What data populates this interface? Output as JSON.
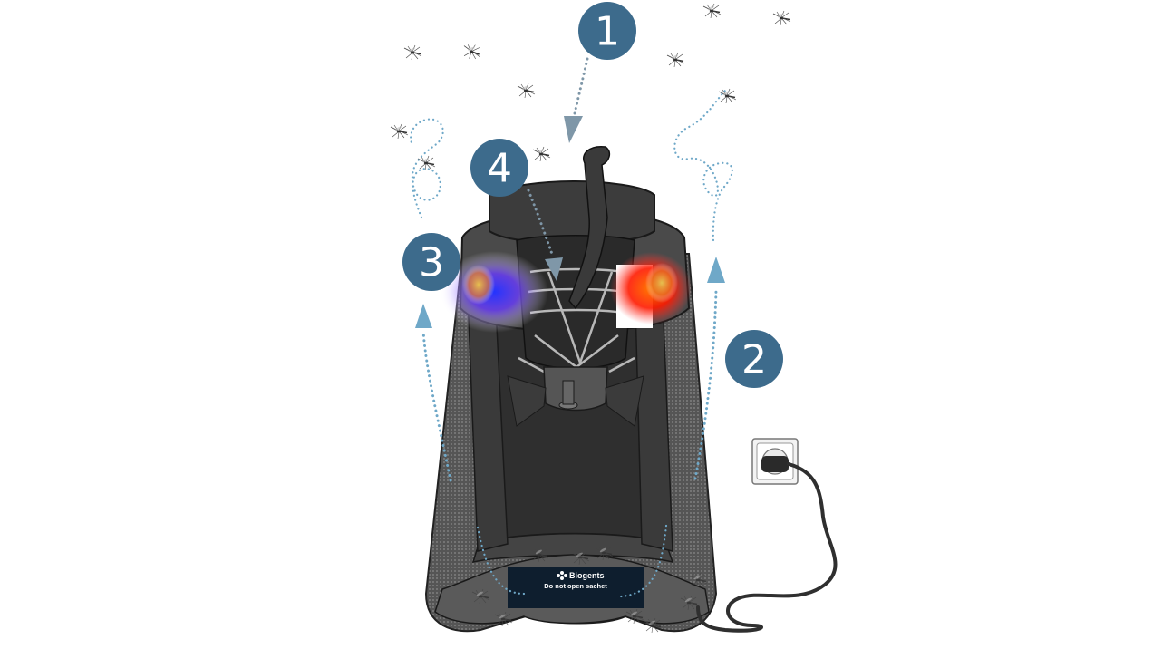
{
  "steps": [
    {
      "number": "1",
      "color": "#3d6b8c"
    },
    {
      "number": "2",
      "color": "#3d6b8c"
    },
    {
      "number": "3",
      "color": "#3d6b8c"
    },
    {
      "number": "4",
      "color": "#3d6b8c"
    }
  ],
  "sachet": {
    "brand": "Biogents",
    "warning": "Do not open sachet"
  },
  "icons": [
    "mosquito-icon",
    "wall-socket-icon",
    "power-plug-icon",
    "blue-light-icon",
    "red-light-icon",
    "biogents-logo-icon"
  ],
  "colors": {
    "badge": "#3d6b8c",
    "flow_dots": "#6fa8c8",
    "suction_dots": "#7f97a8",
    "trap_body": "#3a3a3a",
    "mesh": "#5c5c5c"
  }
}
